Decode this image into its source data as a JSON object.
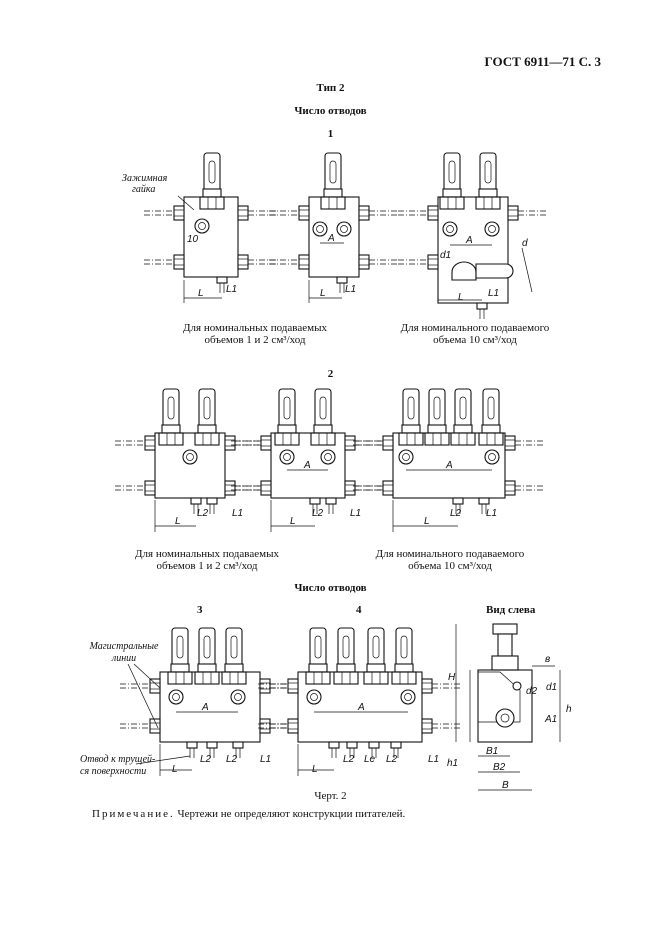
{
  "header": {
    "title": "ГОСТ 6911—71 С. 3"
  },
  "headings": {
    "type": "Тип 2",
    "outlets_count_1": "Число отводов",
    "outlets_count_2": "Число отводов",
    "group_1": "1",
    "group_2": "2",
    "group_3": "3",
    "group_4": "4",
    "side_view": "Вид слева"
  },
  "captions": {
    "small_volume_1": "Для номинальных подаваемых",
    "small_volume_1b": "объемов 1 и 2 см³/ход",
    "large_volume_1": "Для номинального подаваемого",
    "large_volume_1b": "объема 10 см³/ход",
    "small_volume_2": "Для номинальных подаваемых",
    "small_volume_2b": "объемов 1 и 2 см³/ход",
    "large_volume_2": "Для номинального подаваемого",
    "large_volume_2b": "объема 10 см³/ход"
  },
  "callouts": {
    "clamp_nut_1": "Зажимная",
    "clamp_nut_2": "гайка",
    "main_lines_1": "Магистральные",
    "main_lines_2": "линии",
    "outlet_1": "Отвод к трущей-",
    "outlet_2": "ся поверхности"
  },
  "dimensions": {
    "diameter": "10",
    "A": "A",
    "L": "L",
    "L1": "L1",
    "L2": "L2",
    "Le": "Le",
    "d": "d",
    "d1": "d1",
    "d2": "d2",
    "H": "H",
    "h": "h",
    "h1": "h1",
    "A1": "A1",
    "B": "B",
    "B1": "B1",
    "B2": "B2",
    "b": "в"
  },
  "figure": {
    "caption": "Черт. 2"
  },
  "note": {
    "label": "Примечание.",
    "text": " Чертежи не определяют конструкции питателей."
  }
}
